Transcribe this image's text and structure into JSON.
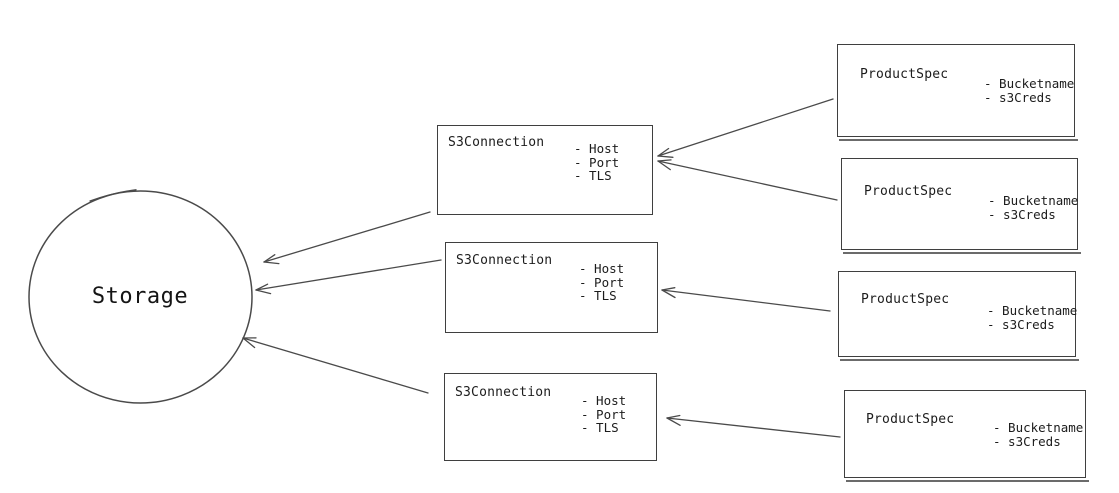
{
  "diagram": {
    "storage": {
      "label": "Storage"
    },
    "s3_connections": [
      {
        "title": "S3Connection",
        "attributes": [
          "- Host",
          "- Port",
          "- TLS"
        ]
      },
      {
        "title": "S3Connection",
        "attributes": [
          "- Host",
          "- Port",
          "- TLS"
        ]
      },
      {
        "title": "S3Connection",
        "attributes": [
          "- Host",
          "- Port",
          "- TLS"
        ]
      }
    ],
    "product_specs": [
      {
        "title": "ProductSpec",
        "attributes": [
          "- Bucketname",
          "- s3Creds"
        ]
      },
      {
        "title": "ProductSpec",
        "attributes": [
          "- Bucketname",
          "- s3Creds"
        ]
      },
      {
        "title": "ProductSpec",
        "attributes": [
          "- Bucketname",
          "- s3Creds"
        ]
      },
      {
        "title": "ProductSpec",
        "attributes": [
          "- Bucketname",
          "- s3Creds"
        ]
      }
    ],
    "edges": [
      {
        "from": "product-spec-1",
        "to": "s3-connection-1"
      },
      {
        "from": "product-spec-2",
        "to": "s3-connection-1"
      },
      {
        "from": "product-spec-3",
        "to": "s3-connection-2"
      },
      {
        "from": "product-spec-4",
        "to": "s3-connection-3"
      },
      {
        "from": "s3-connection-1",
        "to": "storage"
      },
      {
        "from": "s3-connection-2",
        "to": "storage"
      },
      {
        "from": "s3-connection-3",
        "to": "storage"
      }
    ],
    "stroke_color": "#4a4a4a",
    "text_color": "#1c1c1c",
    "background_color": "#ffffff"
  }
}
